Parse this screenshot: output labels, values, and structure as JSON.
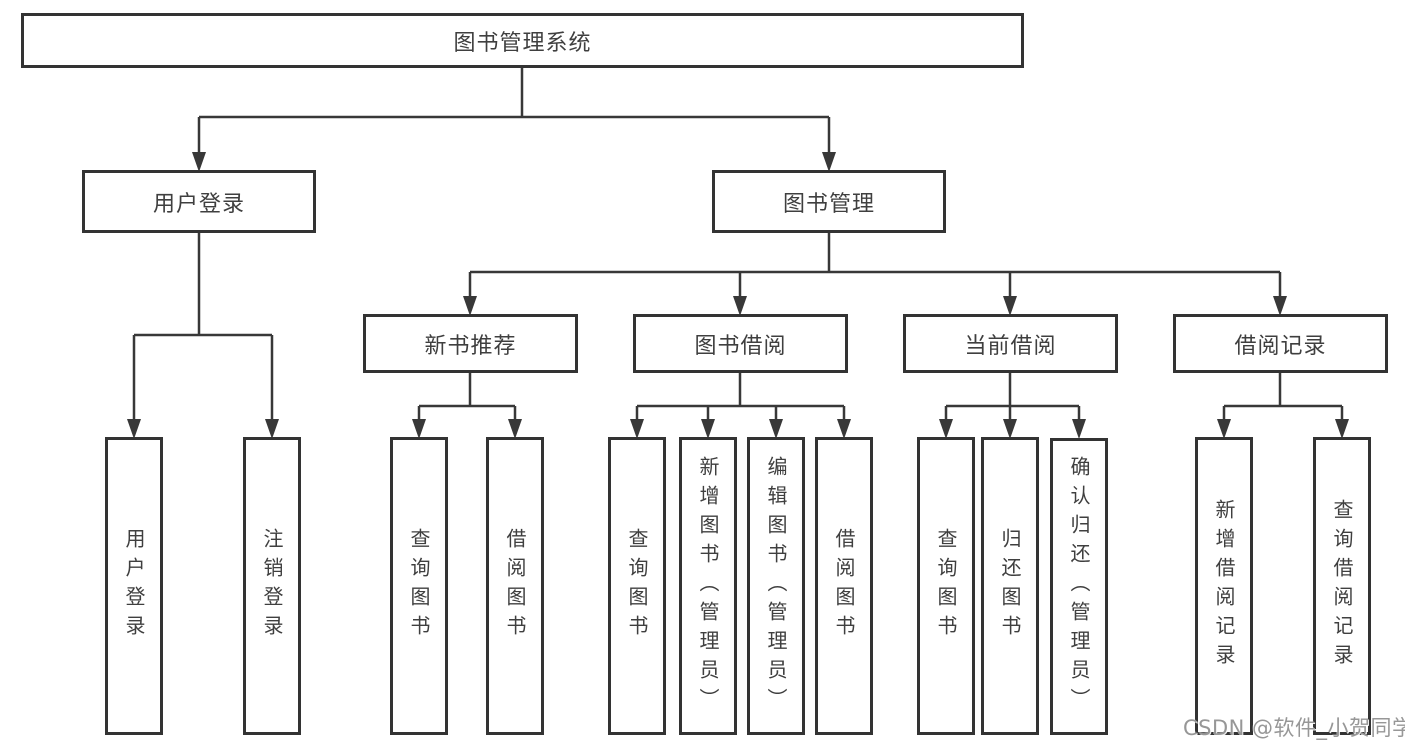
{
  "diagram": {
    "root": {
      "label": "图书管理系统",
      "children": [
        {
          "label": "用户登录",
          "children": [
            {
              "label": "用户登录"
            },
            {
              "label": "注销登录"
            }
          ]
        },
        {
          "label": "图书管理",
          "children": [
            {
              "label": "新书推荐",
              "children": [
                {
                  "label": "查询图书"
                },
                {
                  "label": "借阅图书"
                }
              ]
            },
            {
              "label": "图书借阅",
              "children": [
                {
                  "label": "查询图书"
                },
                {
                  "label": "新增图书（管理员）"
                },
                {
                  "label": "编辑图书（管理员）"
                },
                {
                  "label": "借阅图书"
                }
              ]
            },
            {
              "label": "当前借阅",
              "children": [
                {
                  "label": "查询图书"
                },
                {
                  "label": "归还图书"
                },
                {
                  "label": "确认归还（管理员）"
                }
              ]
            },
            {
              "label": "借阅记录",
              "children": [
                {
                  "label": "新增借阅记录"
                },
                {
                  "label": "查询借阅记录"
                }
              ]
            }
          ]
        }
      ]
    }
  },
  "watermark": {
    "text": "CSDN @软件_小贺同学"
  },
  "colors": {
    "box_border": "#333333",
    "connector_line": "#383838",
    "text": "#3f3f3f",
    "background": "#ffffff",
    "watermark": "#979797"
  }
}
